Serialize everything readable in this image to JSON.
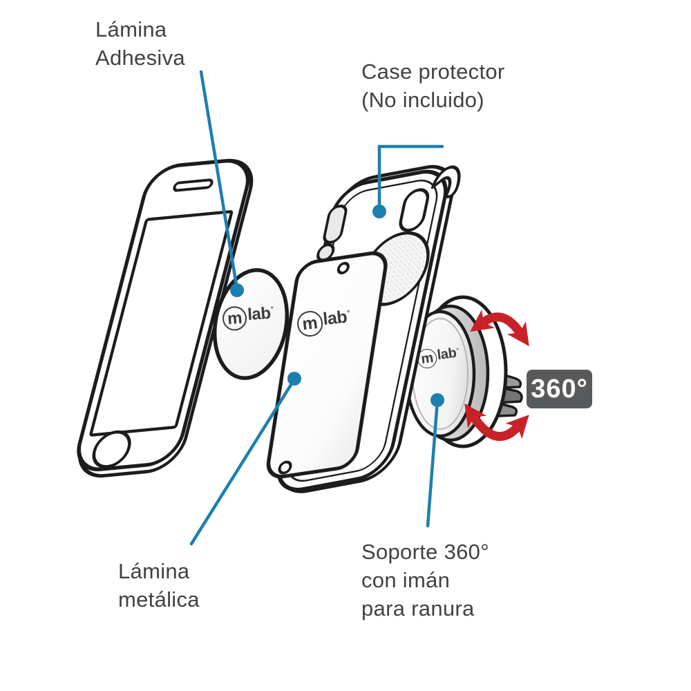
{
  "diagram": {
    "title": "Magnetic car vent phone mount - parts diagram",
    "colors": {
      "accent_blue": "#1d7fae",
      "arrow_red": "#c92128",
      "line_color": "#1c1c1e",
      "text_color": "#414143",
      "badge_bg": "#58595b",
      "background": "#ffffff",
      "logo_color": "#3b3b3b"
    }
  },
  "labels": {
    "adhesive": "Lámina\nAdhesiva",
    "case": "Case protector\n(No incluido)",
    "metal": "Lámina\nmetálica",
    "mount": "Soporte 360°\ncon imán\npara ranura"
  },
  "badge": {
    "text": "360°"
  },
  "brand": {
    "m": "m",
    "rest": "lab",
    "mark": "°",
    "full": "mlab°"
  },
  "callouts": [
    {
      "label": "Lámina Adhesiva",
      "points_to": "adhesive-disc"
    },
    {
      "label": "Case protector (No incluido)",
      "points_to": "phone-case"
    },
    {
      "label": "Lámina metálica",
      "points_to": "metal-plate"
    },
    {
      "label": "Soporte 360° con imán para ranura",
      "points_to": "vent-mount"
    }
  ]
}
